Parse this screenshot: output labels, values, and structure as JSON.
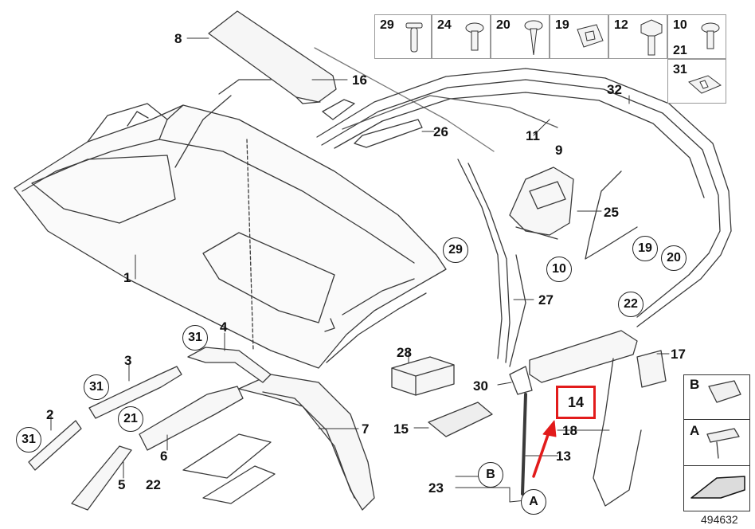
{
  "diagram": {
    "reference_number": "494632",
    "part_labels": {
      "p1": "1",
      "p2": "2",
      "p3": "3",
      "p4": "4",
      "p5": "5",
      "p6": "6",
      "p7": "7",
      "p8": "8",
      "p9": "9",
      "p11": "11",
      "p13": "13",
      "p14": "14",
      "p15": "15",
      "p16": "16",
      "p17": "17",
      "p18": "18",
      "p22": "22",
      "p23": "23",
      "p25": "25",
      "p26": "26",
      "p27": "27",
      "p28": "28",
      "p30": "30",
      "p32": "32"
    },
    "circled_labels": {
      "c31a": "31",
      "c31b": "31",
      "c31c": "31",
      "c21": "21",
      "c29": "29",
      "c10": "10",
      "c19": "19",
      "c20": "20",
      "c22": "22",
      "cB": "B",
      "cA": "A"
    },
    "hardware_table": {
      "cells": [
        {
          "label": "29"
        },
        {
          "label": "24"
        },
        {
          "label": "20"
        },
        {
          "label": "19"
        },
        {
          "label": "12"
        },
        {
          "label": "10"
        }
      ],
      "extra_labels": {
        "l21": "21",
        "l31": "31"
      }
    },
    "legend": {
      "b_label": "B",
      "a_label": "A"
    },
    "highlight_color": "#e21b1b"
  }
}
